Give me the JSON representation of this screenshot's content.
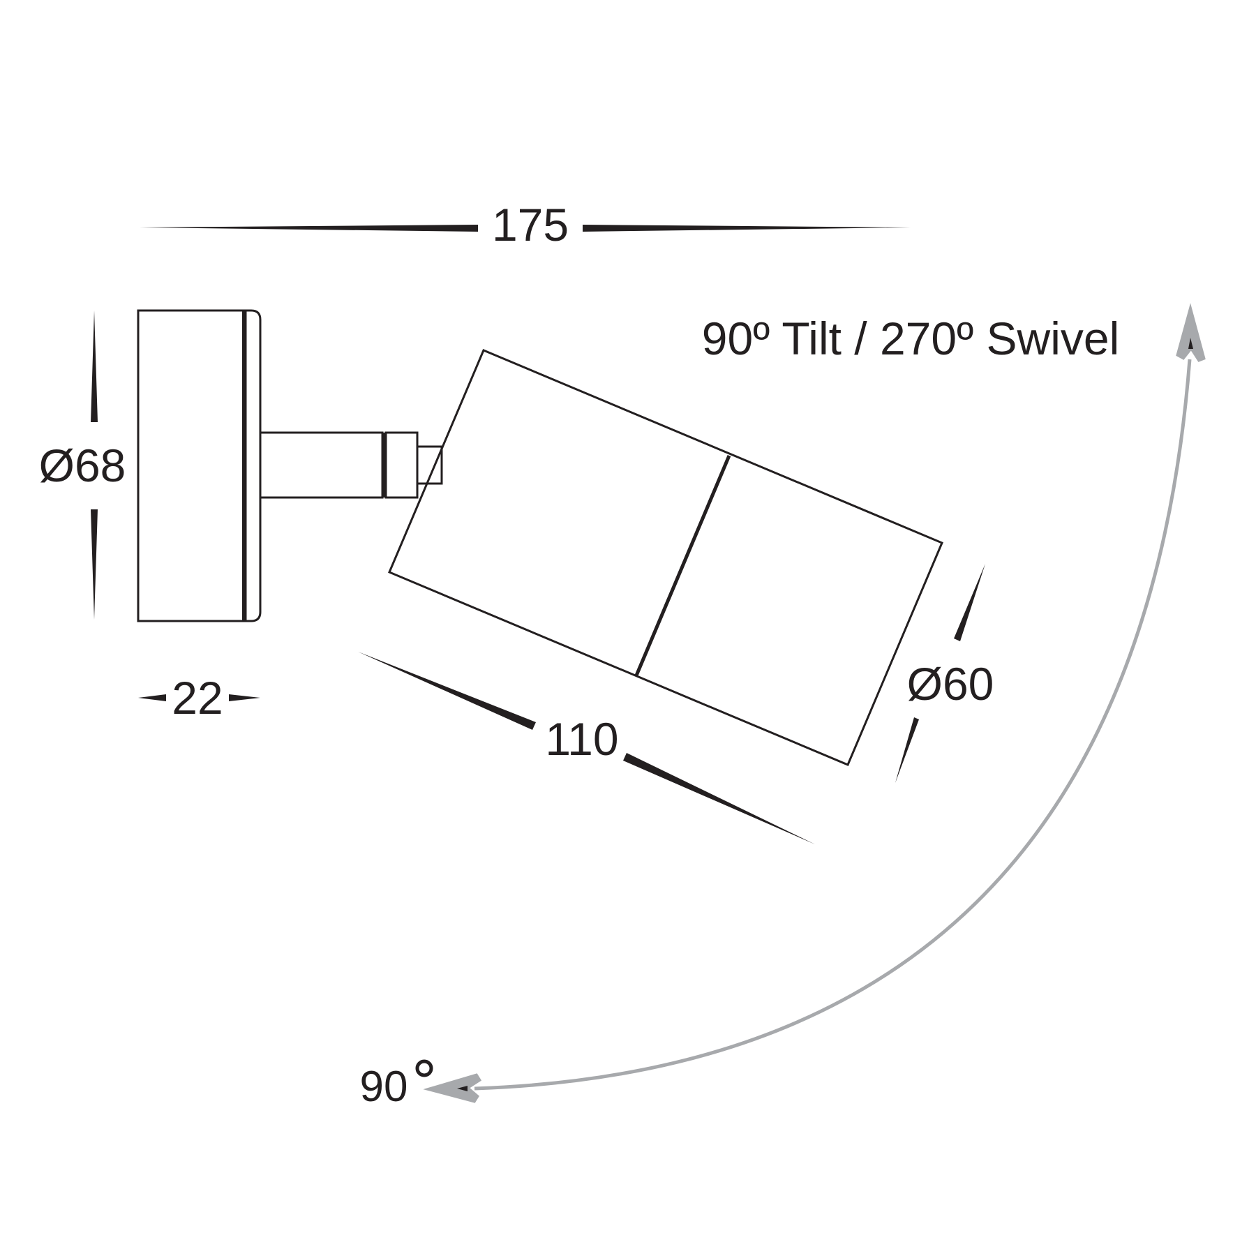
{
  "dimensions": {
    "overall_length": "175",
    "base_diameter": "Ø68",
    "base_depth": "22",
    "head_length": "110",
    "head_diameter": "Ø60"
  },
  "rotation": {
    "label": "90º Tilt / 270º Swivel",
    "angle": "90"
  },
  "colors": {
    "line": "#231f20",
    "arc": "#a7a9ac",
    "background": "#ffffff"
  }
}
